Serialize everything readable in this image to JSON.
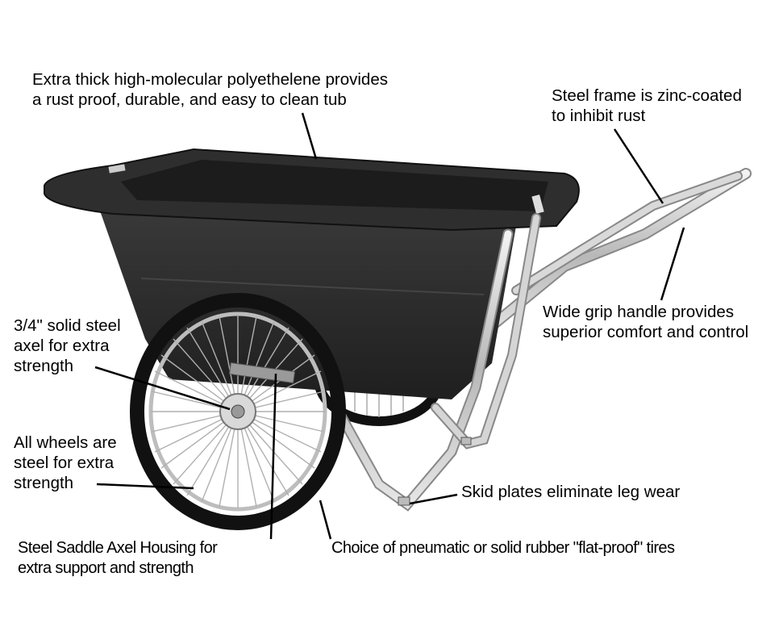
{
  "diagram": {
    "subject": "Garden cart with poly tub, steel frame, and spoked wheels",
    "background_color": "#ffffff",
    "tub_color": "#2b2b2b",
    "frame_color": "#c9c9c9",
    "callouts": [
      {
        "id": "tub",
        "lines": [
          "Extra thick high-molecular polyethelene provides",
          "a rust proof, durable, and easy to clean tub"
        ]
      },
      {
        "id": "frame",
        "lines": [
          "Steel frame is zinc-coated",
          "to inhibit rust"
        ]
      },
      {
        "id": "handle",
        "lines": [
          "Wide grip handle provides",
          "superior comfort and control"
        ]
      },
      {
        "id": "axel",
        "lines": [
          "3/4\" solid steel",
          "axel for extra",
          "strength"
        ]
      },
      {
        "id": "wheels",
        "lines": [
          "All wheels are",
          "steel for extra",
          "strength"
        ]
      },
      {
        "id": "skid",
        "lines": [
          "Skid plates eliminate leg wear"
        ]
      },
      {
        "id": "housing",
        "lines": [
          "Steel Saddle Axel Housing for",
          "extra support and strength"
        ]
      },
      {
        "id": "tires",
        "lines": [
          "Choice of pneumatic or solid rubber \"flat-proof\" tires"
        ]
      }
    ]
  }
}
